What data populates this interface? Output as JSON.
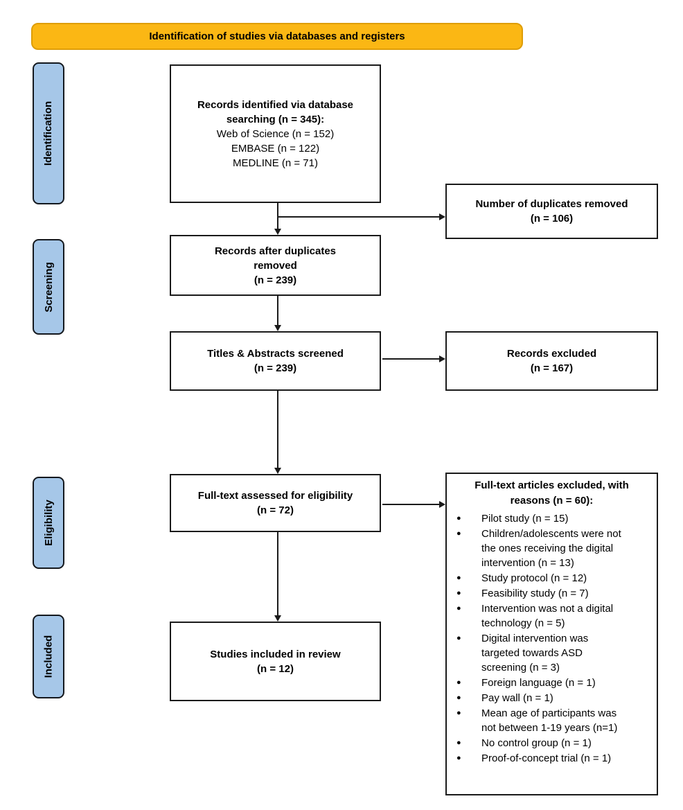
{
  "banner": {
    "label": "Identification of studies via databases and registers"
  },
  "stages": {
    "identification": "Identification",
    "screening": "Screening",
    "eligibility": "Eligibility",
    "included": "Included"
  },
  "flow": {
    "records_identified": {
      "title": "Records identified via database searching (n = 345):",
      "sources": [
        "Web of Science (n = 152)",
        "EMBASE (n = 122)",
        "MEDLINE (n = 71)"
      ]
    },
    "duplicates_removed": {
      "text": "Number of duplicates removed",
      "count": "(n = 106)"
    },
    "records_after_duplicates": {
      "text": "Records after duplicates removed",
      "count": "(n = 239)"
    },
    "titles_abstracts_screened": {
      "text": "Titles & Abstracts screened",
      "count": "(n = 239)"
    },
    "records_excluded": {
      "text": "Records excluded",
      "count": "(n = 167)"
    },
    "fulltext_assessed": {
      "text": "Full-text assessed for eligibility",
      "count": "(n = 72)"
    },
    "fulltext_excluded": {
      "title": "Full-text articles excluded, with reasons (n = 60):",
      "reasons": [
        "Pilot study (n = 15)",
        "Children/adolescents were not the ones receiving the digital intervention (n = 13)",
        "Study protocol (n = 12)",
        "Feasibility study (n = 7)",
        "Intervention was not a digital technology (n = 5)",
        "Digital intervention was targeted towards ASD screening (n = 3)",
        "Foreign language (n = 1)",
        "Pay wall (n = 1)",
        "Mean age of participants was not between 1-19 years (n=1)",
        "No control group (n = 1)",
        "Proof-of-concept trial (n = 1)"
      ]
    },
    "studies_included": {
      "text": "Studies included in review",
      "count": "(n = 12)"
    }
  },
  "colors": {
    "banner_fill": "#FBB714",
    "banner_border": "#DE9D07",
    "stage_fill": "#A6C7E8",
    "line": "#1A1A1A"
  }
}
